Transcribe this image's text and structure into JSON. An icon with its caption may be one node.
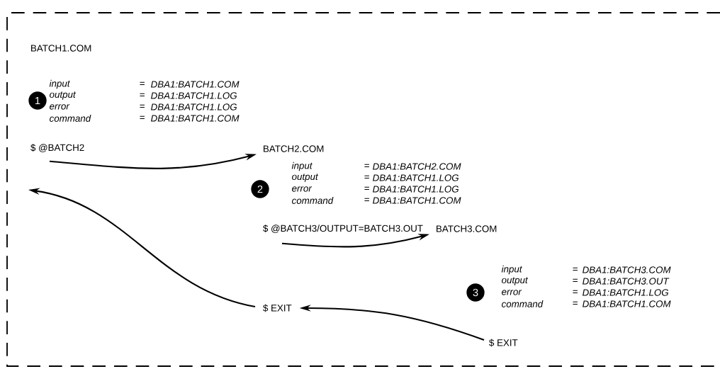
{
  "diagram": {
    "nodes": [
      {
        "text": [
          "$ @BATCH2"
        ]
      },
      {
        "text": [
          "BATCH2.COM"
        ]
      },
      {
        "text": [
          "$ @BATCH3/OUTPUT=BATCH3.OUT"
        ]
      },
      {
        "text": [
          "BATCH3.COM"
        ]
      },
      {
        "text": [
          "$ EXIT"
        ]
      },
      {
        "text": [
          "$ EXIT"
        ]
      }
    ],
    "edges": [
      {
        "from": 0,
        "to": 1,
        "arrow": "to"
      },
      {
        "from": 2,
        "to": 3,
        "arrow": "to"
      },
      {
        "from": 4,
        "to": 5,
        "arrow": "to"
      },
      {
        "from": 5,
        "to": null,
        "arrow": "to"
      }
    ],
    "labels": [
      "BATCH1.COM",
      "1",
      "input",
      "=",
      "DBA1:BATCH1.COM",
      "output",
      "=",
      "DBA1:BATCH1.LOG",
      "error",
      "=",
      "DBA1:BATCH1.LOG",
      "command",
      "=",
      "DBA1:BATCH1.COM",
      "2",
      "input",
      "=",
      "DBA1:BATCH2.COM",
      "output",
      "=",
      "DBA1:BATCH1.LOG",
      "error",
      "=",
      "DBA1:BATCH1.LOG",
      "command",
      "=",
      "DBA1:BATCH1.COM",
      "3",
      "input",
      "=",
      "DBA1:BATCH3.COM",
      "output",
      "=",
      "DBA1:BATCH3.OUT",
      "error",
      "=",
      "DBA1:BATCH1.LOG",
      "command",
      "=",
      "DBA1:BATCH1.COM"
    ]
  }
}
